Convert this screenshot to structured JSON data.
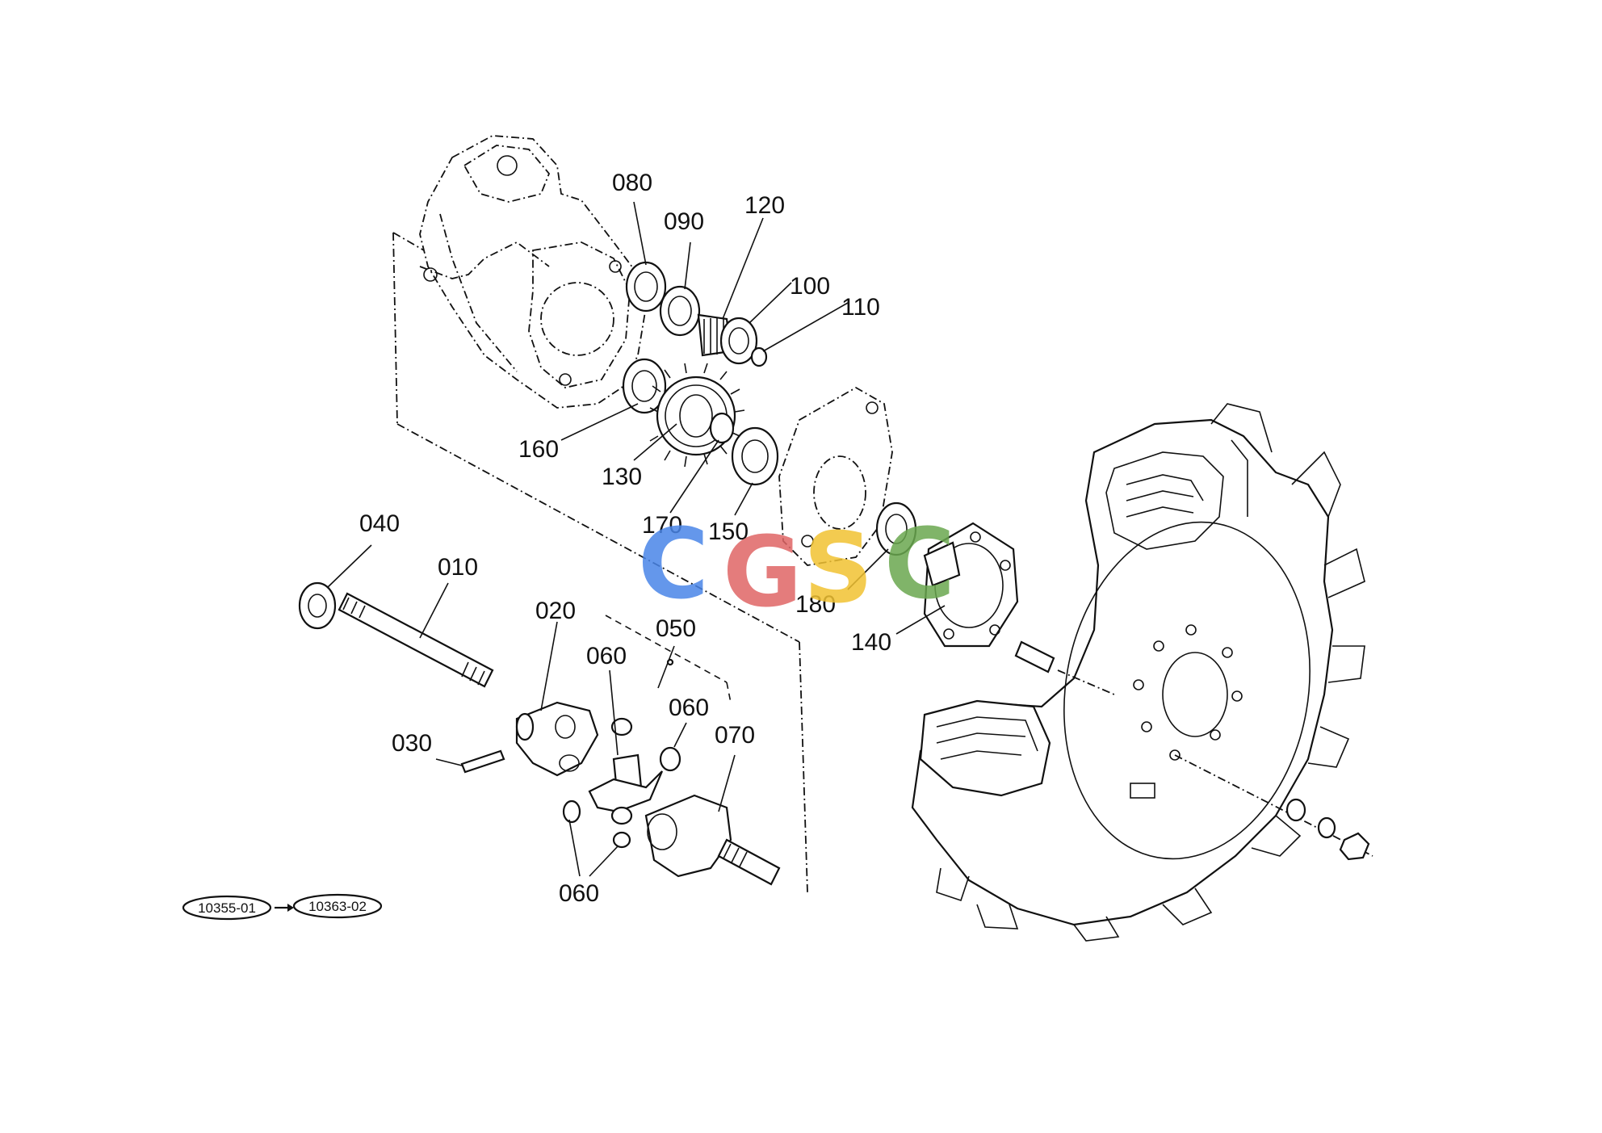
{
  "part_labels": [
    {
      "id": "080",
      "text": "080"
    },
    {
      "id": "090",
      "text": "090"
    },
    {
      "id": "120",
      "text": "120"
    },
    {
      "id": "100",
      "text": "100"
    },
    {
      "id": "110",
      "text": "110"
    },
    {
      "id": "160",
      "text": "160"
    },
    {
      "id": "130",
      "text": "130"
    },
    {
      "id": "170",
      "text": "170"
    },
    {
      "id": "150",
      "text": "150"
    },
    {
      "id": "180",
      "text": "180"
    },
    {
      "id": "140",
      "text": "140"
    },
    {
      "id": "040",
      "text": "040"
    },
    {
      "id": "010",
      "text": "010"
    },
    {
      "id": "020",
      "text": "020"
    },
    {
      "id": "050",
      "text": "050"
    },
    {
      "id": "060a",
      "text": "060"
    },
    {
      "id": "060b",
      "text": "060"
    },
    {
      "id": "070",
      "text": "070"
    },
    {
      "id": "030",
      "text": "030"
    },
    {
      "id": "060c",
      "text": "060"
    }
  ],
  "reference_from": "10355-01",
  "reference_to": "10363-02",
  "watermark": {
    "letters": [
      "C",
      "G",
      "S",
      "C"
    ],
    "colors": [
      "#4a86e8",
      "#e06666",
      "#f1c232",
      "#6aa84f"
    ]
  },
  "colors": {
    "line": "#111111",
    "background": "#ffffff"
  }
}
